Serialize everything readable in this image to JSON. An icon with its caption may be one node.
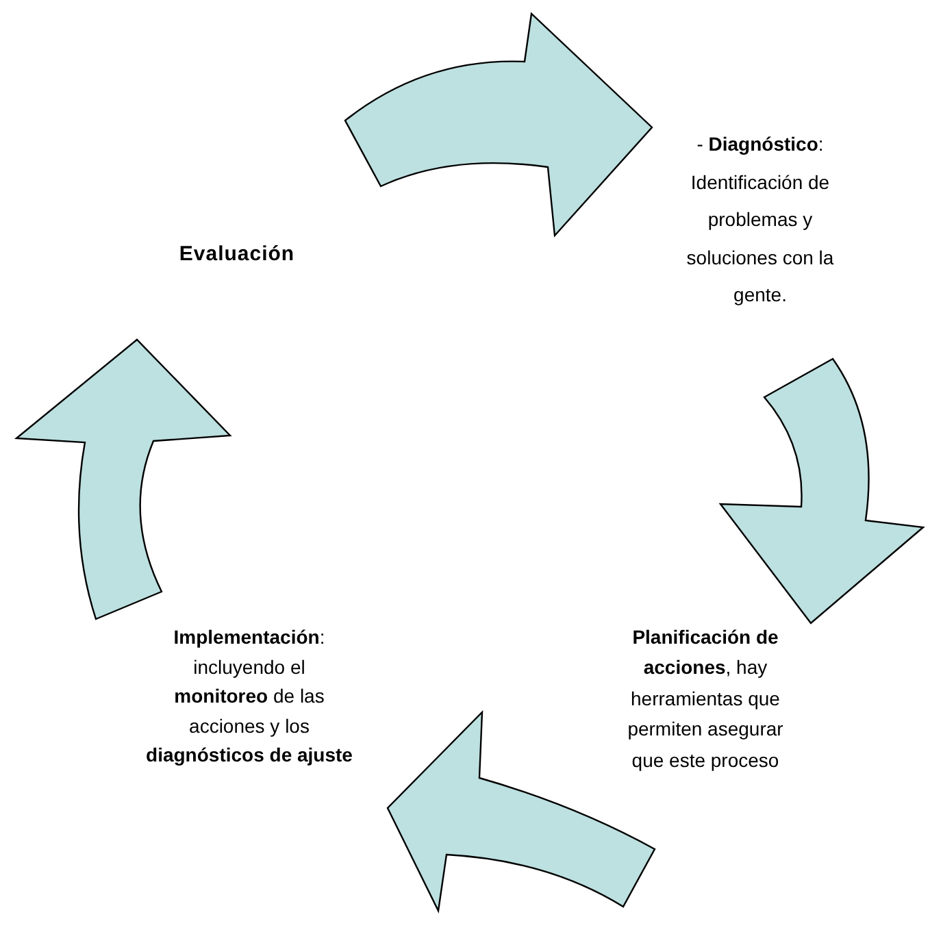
{
  "diagram": {
    "nodes": [
      {
        "text": [
          "Evaluación"
        ]
      },
      {
        "text": [
          "- **Diagnóstico**: Identificación de problemas y soluciones con la gente."
        ]
      },
      {
        "text": [
          "**Planificación de acciones**, hay herramientas que permiten asegurar que este proceso"
        ]
      },
      {
        "text": [
          "**Implementación**: incluyendo el **monitoreo** de las acciones y los **diagnósticos de ajuste**"
        ]
      }
    ],
    "edges": [
      {
        "from": 0,
        "to": 1,
        "arrow": "to"
      },
      {
        "from": 1,
        "to": 2,
        "arrow": "to"
      },
      {
        "from": 2,
        "to": 3,
        "arrow": "to"
      },
      {
        "from": 3,
        "to": 0,
        "arrow": "to"
      }
    ]
  }
}
